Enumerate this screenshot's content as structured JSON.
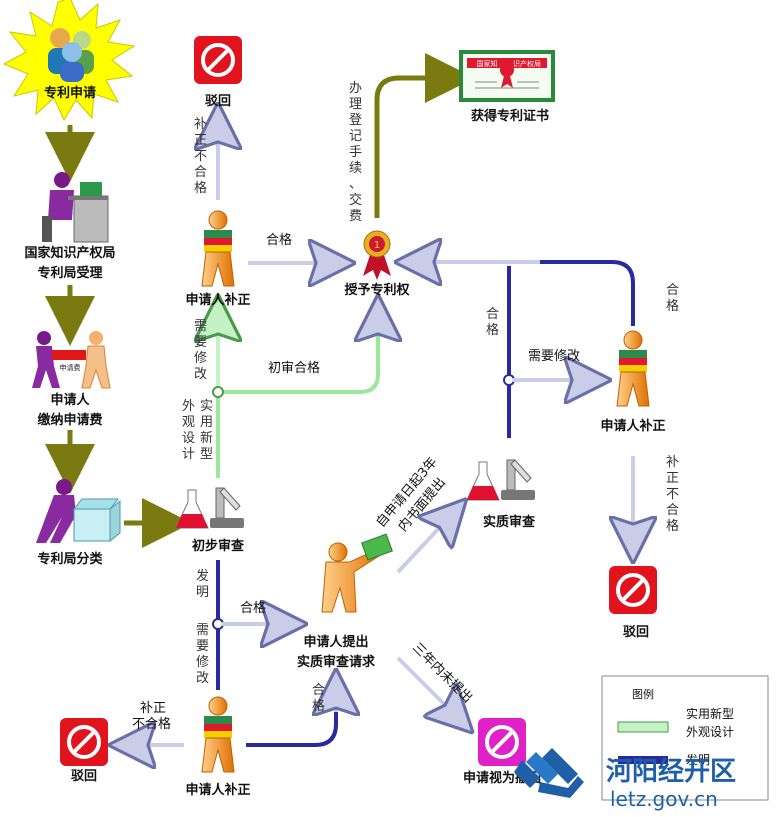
{
  "nodes": {
    "apply": "专利申请",
    "accept_1": "国家知识产权局",
    "accept_2": "专利局受理",
    "pay_1": "申请人",
    "pay_2": "缴纳申请费",
    "pay_tag": "申请费",
    "classify": "专利局分类",
    "prelim": "初步审查",
    "correct_top": "申请人补正",
    "reject_top": "驳回",
    "grant": "授予专利权",
    "certificate": "获得专利证书",
    "cert_header_a": "国家知",
    "cert_header_b": "识产权局",
    "substantive": "实质审查",
    "correct_right": "申请人补正",
    "reject_right": "驳回",
    "request_1": "申请人提出",
    "request_2": "实质审查请求",
    "correct_bottom": "申请人补正",
    "reject_bottom": "驳回",
    "withdrawn": "申请视为撤回"
  },
  "edges": {
    "not_ok_top": "补正不合格",
    "ok_top": "合格",
    "register_fee": "办理登记手续、交费",
    "need_modify_left": "需要修改",
    "prelim_pass": "初审合格",
    "utility_design_1": "实用新型",
    "utility_design_2": "外观设计",
    "ok_sub": "合格",
    "need_modify_right": "需要修改",
    "ok_right": "合格",
    "not_ok_right": "补正不合格",
    "invention": "发明",
    "ok_mid": "合格",
    "need_modify_bottom": "需要修改",
    "not_ok_bottom_1": "补正",
    "not_ok_bottom_2": "不合格",
    "ok_bottom": "合格",
    "within3_1": "自申请日起3年",
    "within3_2": "内书面提出",
    "not_within3": "三年内未提出"
  },
  "legend": {
    "title": "图例",
    "green_1": "实用新型",
    "green_2": "外观设计",
    "blue": "发明"
  },
  "watermark": {
    "name": "河阳经开区",
    "url": "letz.gov.cn"
  },
  "colors": {
    "olive": "#7a7a10",
    "green": "#7ee07e",
    "blue_dark": "#2a2aa0",
    "blue_light": "#c9cde8",
    "person": "#f08c1e",
    "reject_red": "#e1141e",
    "withdraw_magenta": "#e020c8"
  },
  "icons": [
    "starburst-people-icon",
    "clerk-at-desk-icon",
    "paying-people-icon",
    "packing-box-icon",
    "lab-flask-microscope-icon",
    "person-carrying-books-icon",
    "reject-stamp-icon",
    "award-ribbon-icon",
    "certificate-icon",
    "person-with-paper-icon",
    "withdraw-stamp-icon"
  ]
}
